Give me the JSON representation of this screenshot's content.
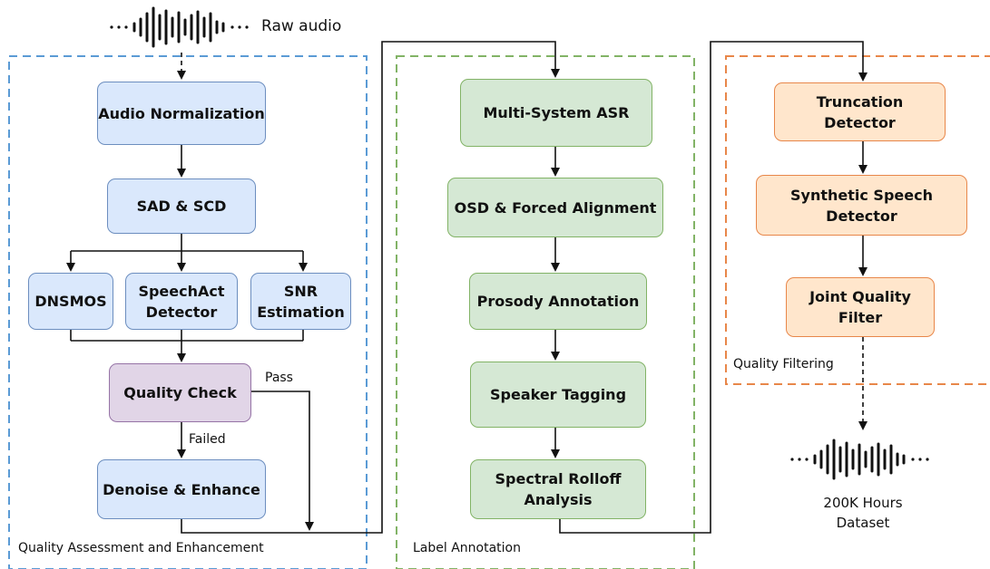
{
  "raw_audio_label": "Raw audio",
  "sections": {
    "assessment": "Quality Assessment and Enhancement",
    "annotation": "Label Annotation",
    "filtering": "Quality Filtering"
  },
  "nodes": {
    "audio_normalization": "Audio Normalization",
    "sad_scd": "SAD & SCD",
    "dnsmos": "DNSMOS",
    "speechact": "SpeechAct\nDetector",
    "snr": "SNR\nEstimation",
    "quality_check": "Quality Check",
    "denoise": "Denoise & Enhance",
    "multi_asr": "Multi-System ASR",
    "osd": "OSD & Forced Alignment",
    "prosody": "Prosody Annotation",
    "speaker": "Speaker Tagging",
    "spectral": "Spectral Rolloff\nAnalysis",
    "truncation": "Truncation\nDetector",
    "synthetic": "Synthetic Speech\nDetector",
    "joint": "Joint Quality\nFilter"
  },
  "edge_labels": {
    "pass": "Pass",
    "failed": "Failed"
  },
  "output_label": "200K Hours\nDataset",
  "colors": {
    "blue_fill": "#dae8fc",
    "blue_stroke": "#6c8ebf",
    "purple_fill": "#e1d5e7",
    "purple_stroke": "#9673a6",
    "green_fill": "#d5e8d4",
    "green_stroke": "#82b366",
    "orange_fill": "#ffe6cc",
    "orange_stroke": "#e8874a",
    "section_blue": "#5b9bd5",
    "section_green": "#82b366",
    "section_orange": "#e8874a"
  }
}
